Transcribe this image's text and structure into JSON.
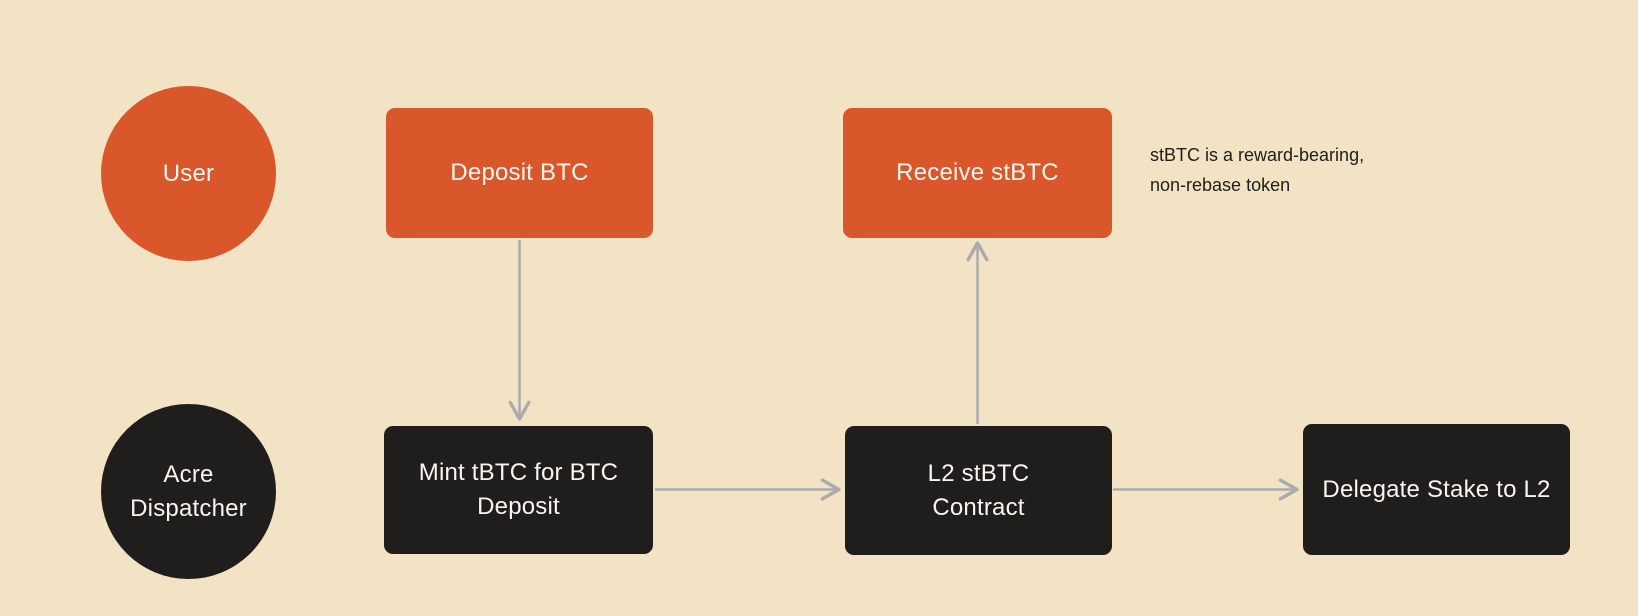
{
  "colors": {
    "background": "#F1E3C3",
    "orange": "#DA572B",
    "dark": "#201E1C",
    "arrow": "#ABABAB",
    "text_light": "#F8F5EF",
    "text_dark": "#1F1E1C"
  },
  "nodes": {
    "user": {
      "shape": "circle",
      "color": "orange",
      "lines": [
        "User"
      ]
    },
    "deposit": {
      "shape": "rect",
      "color": "orange",
      "lines": [
        "Deposit BTC"
      ]
    },
    "receive": {
      "shape": "rect",
      "color": "orange",
      "lines": [
        "Receive stBTC"
      ]
    },
    "acre": {
      "shape": "circle",
      "color": "dark",
      "lines": [
        "Acre",
        "Dispatcher"
      ]
    },
    "mint": {
      "shape": "rect",
      "color": "dark",
      "lines": [
        "Mint tBTC for BTC",
        "Deposit"
      ]
    },
    "l2": {
      "shape": "rect",
      "color": "dark",
      "lines": [
        "L2 stBTC",
        "Contract"
      ]
    },
    "delegate": {
      "shape": "rect",
      "color": "dark",
      "lines": [
        "Delegate Stake to L2"
      ]
    }
  },
  "annotation": {
    "lines": [
      "stBTC is a reward-bearing,",
      "non-rebase token"
    ]
  },
  "arrows": [
    {
      "from": "deposit",
      "to": "mint",
      "direction": "down"
    },
    {
      "from": "mint",
      "to": "l2",
      "direction": "right"
    },
    {
      "from": "l2",
      "to": "receive",
      "direction": "up"
    },
    {
      "from": "l2",
      "to": "delegate",
      "direction": "right"
    }
  ]
}
